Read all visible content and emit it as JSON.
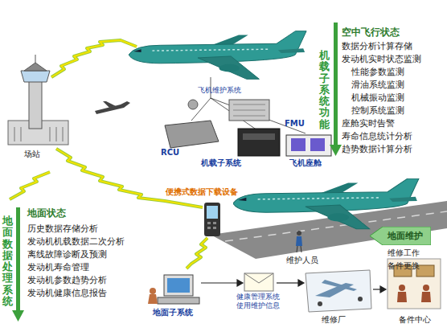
{
  "diagram": {
    "nodes": [
      {
        "text": [
          "地面维护"
        ]
      }
    ],
    "labels": [
      "空中飞行状态",
      "数据分析计算存储",
      "发动机实时状态监测",
      "性能参数监测",
      "滑油系统监测",
      "机械振动监测",
      "控制系统监测",
      "座舱实时告警",
      "寿命信息统计分析",
      "趋势数据计算分析",
      "机载子系统功能",
      "飞机维护系统",
      "RCU",
      "FMU",
      "机载子系统",
      "飞机座舱",
      "场站",
      "便携式数据下载设备",
      "维护人员",
      "维修工作",
      "备件更换",
      "地面数据处理系统",
      "地面状态",
      "历史数据存储分析",
      "发动机机载数据二次分析",
      "离线故障诊断及预测",
      "发动机寿命管理",
      "发动机参数趋势分析",
      "发动机健康信息报告",
      "地面子系统",
      "健康管理系统 使用维护信息",
      "维修厂",
      "备件中心"
    ]
  }
}
